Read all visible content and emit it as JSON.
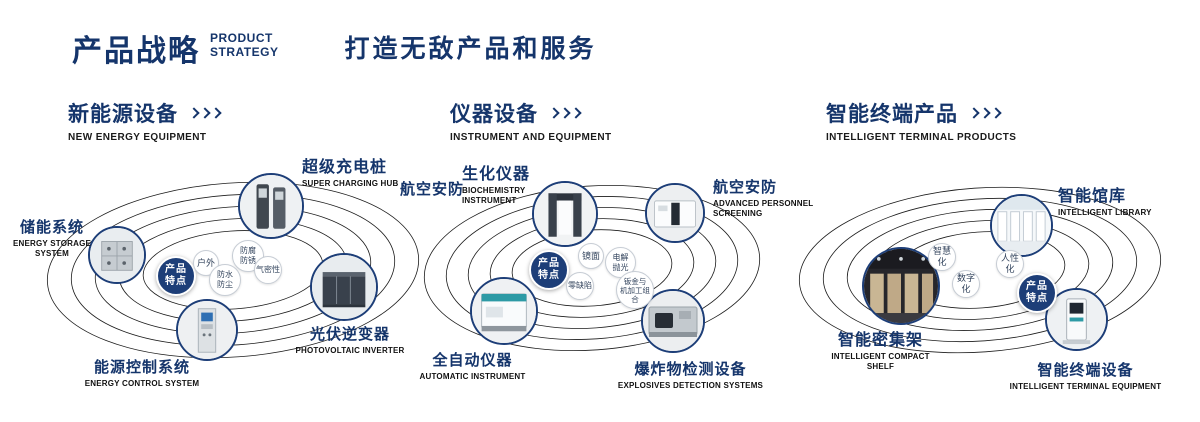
{
  "header": {
    "title_cn": "产品战略",
    "title_en": "PRODUCT\nSTRATEGY",
    "slogan": "打造无敌产品和服务"
  },
  "sections": {
    "energy": {
      "title_cn": "新能源设备",
      "title_en": "NEW ENERGY EQUIPMENT",
      "badge": "产品\n特点",
      "features": {
        "outdoor": "户外",
        "anticorrosion": "防腐\n防锈",
        "airtight": "气密性",
        "waterproof": "防水\n防尘"
      },
      "products": {
        "storage": {
          "cn": "储能系统",
          "en": "ENERGY STORAGE\nSYSTEM"
        },
        "charging": {
          "cn": "超级充电桩",
          "en": "SUPER CHARGING HUB"
        },
        "inverter": {
          "cn": "光伏逆变器",
          "en": "PHOTOVOLTAIC INVERTER"
        },
        "control": {
          "cn": "能源控制系统",
          "en": "ENERGY CONTROL SYSTEM"
        }
      }
    },
    "instrument": {
      "title_cn": "仪器设备",
      "title_en": "INSTRUMENT AND EQUIPMENT",
      "badge": "产品\n特点",
      "features": {
        "mirror": "镜面",
        "electropolish": "电解\n抛光",
        "zerodefect": "零缺陷",
        "sheetmetal": "钣金与\n机加工组合"
      },
      "products": {
        "aviation": {
          "cn": "航空安防",
          "en": ""
        },
        "biochem": {
          "cn": "生化仪器",
          "en": "BIOCHEMISTRY\nINSTRUMENT"
        },
        "screening": {
          "cn": "航空安防",
          "en": "ADVANCED PERSONNEL\nSCREENING"
        },
        "automatic": {
          "cn": "全自动仪器",
          "en": "AUTOMATIC INSTRUMENT"
        },
        "explosives": {
          "cn": "爆炸物检测设备",
          "en": "EXPLOSIVES DETECTION SYSTEMS"
        }
      }
    },
    "terminal": {
      "title_cn": "智能终端产品",
      "title_en": "INTELLIGENT TERMINAL PRODUCTS",
      "badge": "产品\n特点",
      "features": {
        "smart": "智慧化",
        "humanized": "人性化",
        "digital": "数字化"
      },
      "products": {
        "library": {
          "cn": "智能馆库",
          "en": "INTELLIGENT LIBRARY"
        },
        "shelf": {
          "cn": "智能密集架",
          "en": "INTELLIGENT COMPACT\nSHELF"
        },
        "kiosk": {
          "cn": "智能终端设备",
          "en": "INTELLIGENT TERMINAL EQUIPMENT"
        }
      }
    }
  }
}
